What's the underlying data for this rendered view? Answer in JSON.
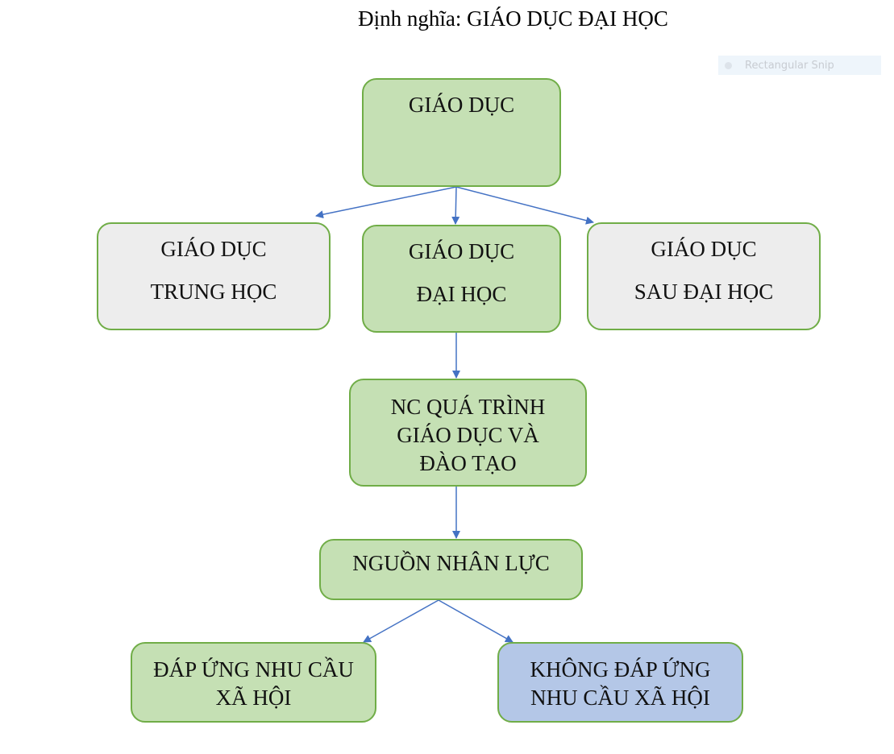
{
  "title": "Định nghĩa: GIÁO DỤC ĐẠI HỌC",
  "snip_label": "Rectangular Snip",
  "colors": {
    "arrow": "#4472c4",
    "border": "#70ad47",
    "green": "#c5e0b4",
    "gray": "#ededed",
    "blue": "#b4c7e7"
  },
  "nodes": {
    "root": [
      "GIÁO DỤC"
    ],
    "secondary": [
      "GIÁO DỤC",
      "TRUNG HỌC"
    ],
    "higher": [
      "GIÁO DỤC",
      "ĐẠI HỌC"
    ],
    "postgrad": [
      "GIÁO DỤC",
      "SAU ĐẠI HỌC"
    ],
    "research": [
      "NC QUÁ TRÌNH",
      "GIÁO DỤC VÀ",
      "ĐÀO TẠO"
    ],
    "resources": [
      "NGUỒN NHÂN LỰC"
    ],
    "meets": [
      "ĐÁP ỨNG NHU CẦU",
      "XÃ HỘI"
    ],
    "not_meets": [
      "KHÔNG ĐÁP ỨNG",
      "NHU CẦU XÃ HỘI"
    ]
  }
}
